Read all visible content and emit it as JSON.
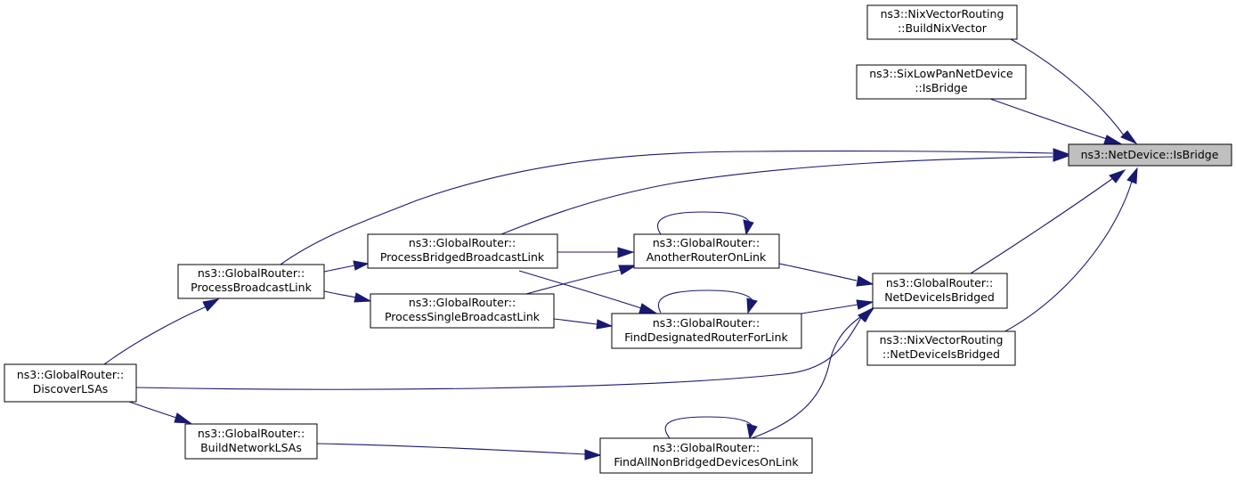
{
  "graph": {
    "kind": "caller-graph",
    "edge_color": "#191970",
    "focus_fill": "#bfbfbf",
    "nodes": {
      "nix_build": {
        "line1": "ns3::NixVectorRouting",
        "line2": "::BuildNixVector"
      },
      "sixlowpan_isbridge": {
        "line1": "ns3::SixLowPanNetDevice",
        "line2": "::IsBridge"
      },
      "netdevice_isbridge": {
        "line1": "ns3::NetDevice::IsBridge",
        "line2": ""
      },
      "process_bridged": {
        "line1": "ns3::GlobalRouter::",
        "line2": "ProcessBridgedBroadcastLink"
      },
      "another_router": {
        "line1": "ns3::GlobalRouter::",
        "line2": "AnotherRouterOnLink"
      },
      "process_broadcast": {
        "line1": "ns3::GlobalRouter::",
        "line2": "ProcessBroadcastLink"
      },
      "netdevice_isbridged": {
        "line1": "ns3::GlobalRouter::",
        "line2": "NetDeviceIsBridged"
      },
      "process_single": {
        "line1": "ns3::GlobalRouter::",
        "line2": "ProcessSingleBroadcastLink"
      },
      "find_designated": {
        "line1": "ns3::GlobalRouter::",
        "line2": "FindDesignatedRouterForLink"
      },
      "nix_isbridged": {
        "line1": "ns3::NixVectorRouting",
        "line2": "::NetDeviceIsBridged"
      },
      "discover_lsas": {
        "line1": "ns3::GlobalRouter::",
        "line2": "DiscoverLSAs"
      },
      "build_network_lsas": {
        "line1": "ns3::GlobalRouter::",
        "line2": "BuildNetworkLSAs"
      },
      "find_all_nonbridged": {
        "line1": "ns3::GlobalRouter::",
        "line2": "FindAllNonBridgedDevicesOnLink"
      }
    },
    "edges": [
      {
        "from": "nix_build",
        "to": "netdevice_isbridge"
      },
      {
        "from": "sixlowpan_isbridge",
        "to": "netdevice_isbridge"
      },
      {
        "from": "process_broadcast",
        "to": "netdevice_isbridge"
      },
      {
        "from": "process_bridged",
        "to": "netdevice_isbridge"
      },
      {
        "from": "netdevice_isbridged",
        "to": "netdevice_isbridge"
      },
      {
        "from": "nix_isbridged",
        "to": "netdevice_isbridge"
      },
      {
        "from": "another_router",
        "to": "another_router"
      },
      {
        "from": "process_bridged",
        "to": "another_router"
      },
      {
        "from": "process_single",
        "to": "another_router"
      },
      {
        "from": "another_router",
        "to": "netdevice_isbridged"
      },
      {
        "from": "process_broadcast",
        "to": "process_bridged"
      },
      {
        "from": "process_broadcast",
        "to": "process_single"
      },
      {
        "from": "discover_lsas",
        "to": "process_broadcast"
      },
      {
        "from": "find_designated",
        "to": "find_designated"
      },
      {
        "from": "process_bridged",
        "to": "find_designated"
      },
      {
        "from": "process_single",
        "to": "find_designated"
      },
      {
        "from": "find_designated",
        "to": "netdevice_isbridged"
      },
      {
        "from": "discover_lsas",
        "to": "netdevice_isbridged"
      },
      {
        "from": "find_all_nonbridged",
        "to": "netdevice_isbridged"
      },
      {
        "from": "discover_lsas",
        "to": "build_network_lsas"
      },
      {
        "from": "build_network_lsas",
        "to": "find_all_nonbridged"
      },
      {
        "from": "find_all_nonbridged",
        "to": "find_all_nonbridged"
      }
    ]
  }
}
